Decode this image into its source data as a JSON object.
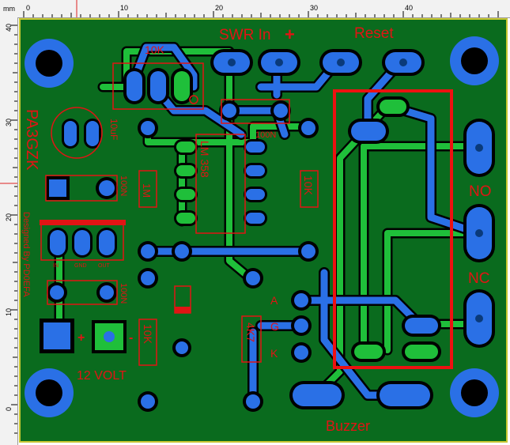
{
  "ruler": {
    "unit": "mm",
    "top_ticks": [
      "0",
      "10",
      "20",
      "30",
      "40"
    ],
    "left_ticks": [
      "40",
      "30",
      "20",
      "10",
      "0"
    ]
  },
  "colors": {
    "board": "#0a6b1e",
    "board_edge": "#c8c832",
    "copper_bottom": "#2a70e6",
    "copper_top": "#1fbf3a",
    "silkscreen": "#e11414",
    "highlight_box": "#ee1111"
  },
  "labels": {
    "swr_in": "SWR In",
    "plus": "+",
    "reset": "Reset",
    "model": "PA3GZK",
    "designer": "Designed By PD0EFA",
    "cap_10uf": "10uF",
    "res_10k_top": "10K",
    "cap_100n_top": "100N",
    "ic": "LM 358",
    "res_1m": "1M",
    "res_10k_mid": "10K",
    "cap_100n_left": "100N",
    "cap_100n_bottom": "100N",
    "reg_in": "IN",
    "reg_gnd": "GND",
    "reg_out": "OUT",
    "no": "NO",
    "nc": "NC",
    "pin_a": "A",
    "pin_g": "G",
    "pin_k": "K",
    "res_4k7": "4K7",
    "res_10k_bottom": "10K",
    "plus_supply": "+",
    "minus_supply": "-",
    "supply": "12 VOLT",
    "buzzer": "Buzzer"
  }
}
